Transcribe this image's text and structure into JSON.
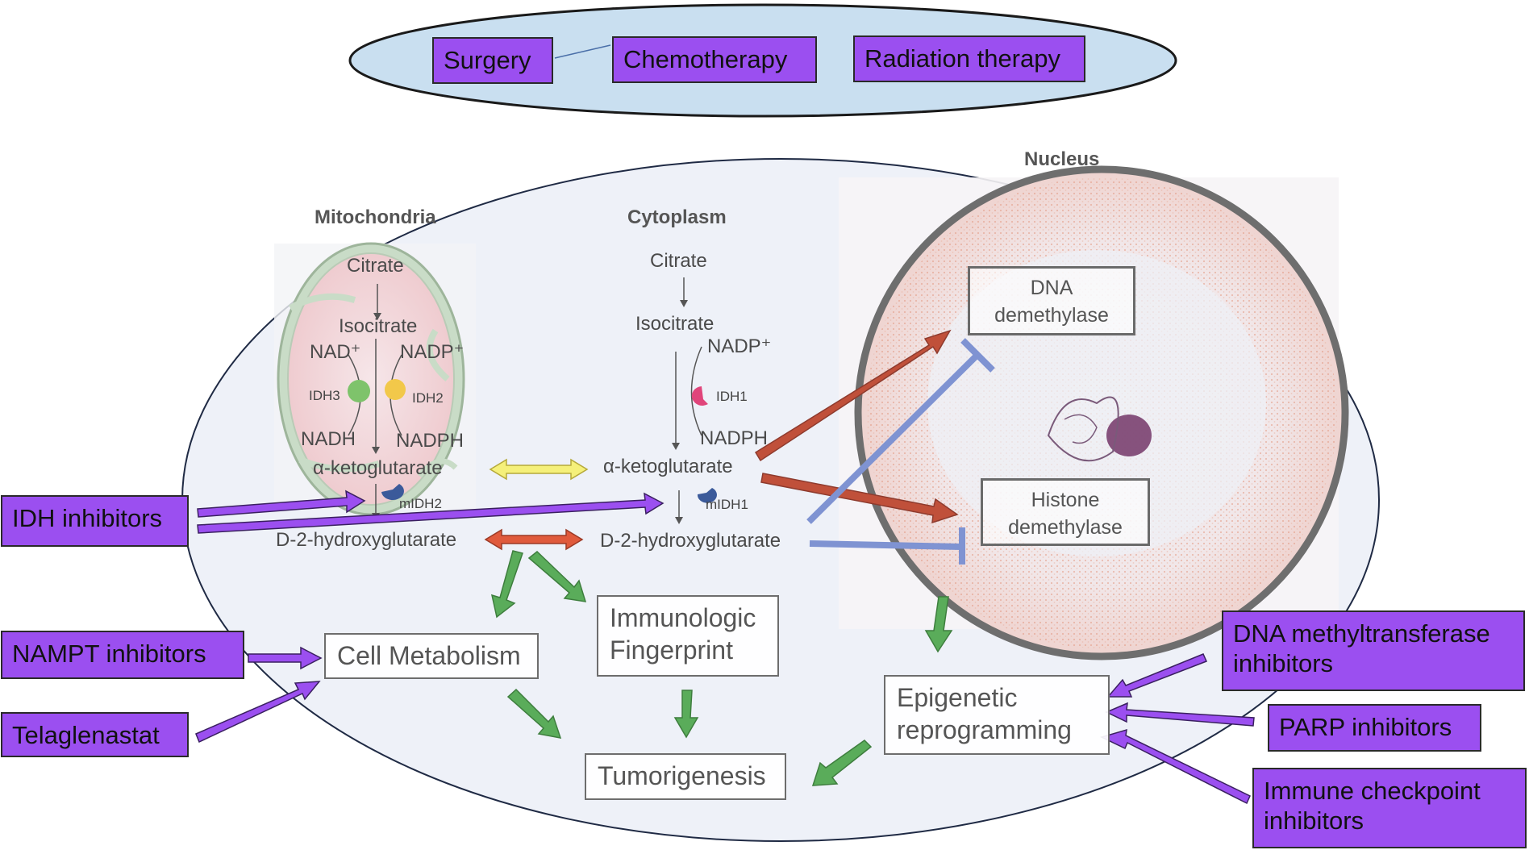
{
  "labels": {
    "mitochondria": "Mitochondria",
    "cytoplasm": "Cytoplasm",
    "nucleus": "Nucleus"
  },
  "mito_pathway": {
    "citrate": "Citrate",
    "isocitrate": "Isocitrate",
    "nad": "NAD⁺",
    "nadp": "NADP⁺",
    "idh3": "IDH3",
    "idh2": "IDH2",
    "nadh": "NADH",
    "nadph": "NADPH",
    "akg": "α-ketoglutarate",
    "midh2": "mIDH2",
    "d2hg": "D-2-hydroxyglutarate"
  },
  "cyto_pathway": {
    "citrate": "Citrate",
    "isocitrate": "Isocitrate",
    "nadp": "NADP⁺",
    "idh1": "IDH1",
    "nadph": "NADPH",
    "akg": "α-ketoglutarate",
    "midh1": "mIDH1",
    "d2hg": "D-2-hydroxyglutarate"
  },
  "nucleus_boxes": {
    "dna_demethylase": "DNA demethylase",
    "histone_demethylase": "Histone demethylase"
  },
  "outcome_boxes": {
    "cell_metabolism": "Cell Metabolism",
    "immunologic_fingerprint": "Immunologic Fingerprint",
    "epigenetic_reprogramming": "Epigenetic reprogramming",
    "tumorigenesis": "Tumorigenesis"
  },
  "therapies": {
    "surgery": "Surgery",
    "chemotherapy": "Chemotherapy",
    "radiation": "Radiation therapy",
    "idh_inhibitors": "IDH inhibitors",
    "nampt_inhibitors": "NAMPT inhibitors",
    "telaglenastat": "Telaglenastat",
    "dnmt_inhibitors": "DNA methyltransferase inhibitors",
    "parp_inhibitors": "PARP inhibitors",
    "checkpoint_inhibitors": "Immune checkpoint inhibitors"
  },
  "colors": {
    "therapy_box": "#9b4ff0",
    "therapy_arrow": "#9b4ff0",
    "activation_arrow": "#5aac5a",
    "inhibition": "#7f93d2",
    "stimulation": "#c0503a",
    "conversion_yellow": "#f5f07a",
    "conversion_red": "#e05a3c",
    "cell_fill": "#eef1f8",
    "top_ellipse_fill": "#c9dff0"
  }
}
